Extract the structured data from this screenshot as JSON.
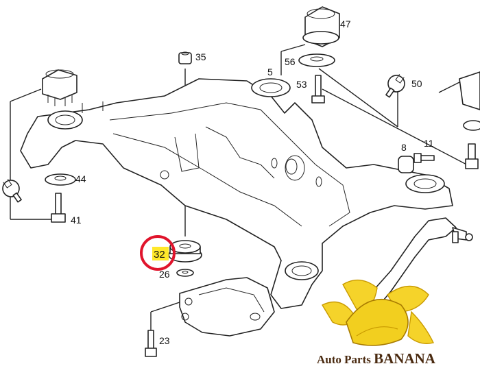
{
  "callouts": {
    "p47": "47",
    "p35": "35",
    "p5": "5",
    "p56": "56",
    "p53": "53",
    "p50": "50",
    "p44": "44",
    "p41": "41",
    "p8": "8",
    "p11": "11",
    "p32": "32",
    "p26": "26",
    "p23": "23"
  },
  "highlight": {
    "part": "32",
    "marker_color": "#ffe82a",
    "ring_color": "#e0142c"
  },
  "brand": {
    "prefix": "Auto Parts ",
    "name": "BANANA",
    "text_color": "#4a2a10",
    "banana_color": "#f2cf1f"
  },
  "icons": [
    "wrench-icon",
    "wrench-icon",
    "wrench-icon"
  ]
}
